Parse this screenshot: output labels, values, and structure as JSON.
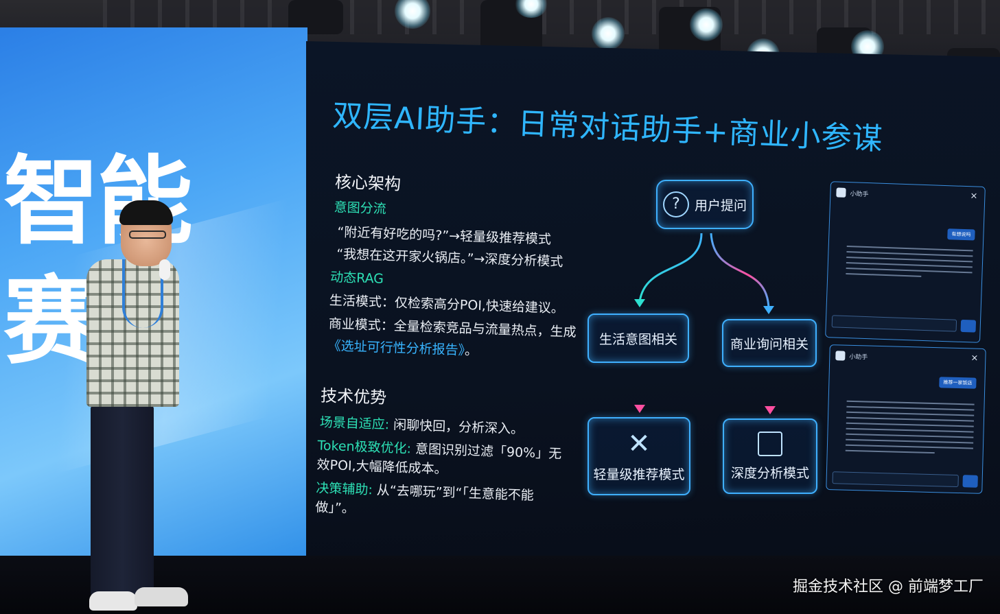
{
  "banner": {
    "line1": "智能",
    "line2": "赛"
  },
  "slide": {
    "title": "双层AI助手：日常对话助手+商业小参谋",
    "core": {
      "heading": "核心架构",
      "intent_label": "意图分流",
      "intent_line1": "“附近有好吃的吗?”→轻量级推荐模式",
      "intent_line2": "“我想在这开家火锅店。”→深度分析模式",
      "rag_label": "动态RAG",
      "life_mode": "生活模式：仅检索高分POI,快速给建议。",
      "biz_mode": "商业模式：全量检索竞品与流量热点，生成",
      "report_link": "《选址可行性分析报告》",
      "report_tail": "。"
    },
    "adv": {
      "heading": "技术优势",
      "item1_label": "场景自适应:",
      "item1_text": "闲聊快回，分析深入。",
      "item2_label": "Token极致优化:",
      "item2_text1": "意图识别过滤「90%」无",
      "item2_text2": "效POI,大幅降低成本。",
      "item3_label": "决策辅助:",
      "item3_text1": "从“去哪玩”到“「生意能不能",
      "item3_text2": "做」”。"
    },
    "flow": {
      "top": "用户提问",
      "left_mid": "生活意图相关",
      "right_mid": "商业询问相关",
      "left_bottom": "轻量级推荐模式",
      "right_bottom": "深度分析模式"
    },
    "chat1": {
      "title": "小助手",
      "close": "×",
      "chip": "有想说吗"
    },
    "chat2": {
      "title": "小助手",
      "close": "×",
      "chip": "推荐一家饭店"
    }
  },
  "watermark": "掘金技术社区 @ 前端梦工厂",
  "colors": {
    "title_blue": "#2fb6ff",
    "label_green": "#2de0b5",
    "node_border": "#3fb0ff",
    "banner_blue": "#4ba6f5"
  }
}
